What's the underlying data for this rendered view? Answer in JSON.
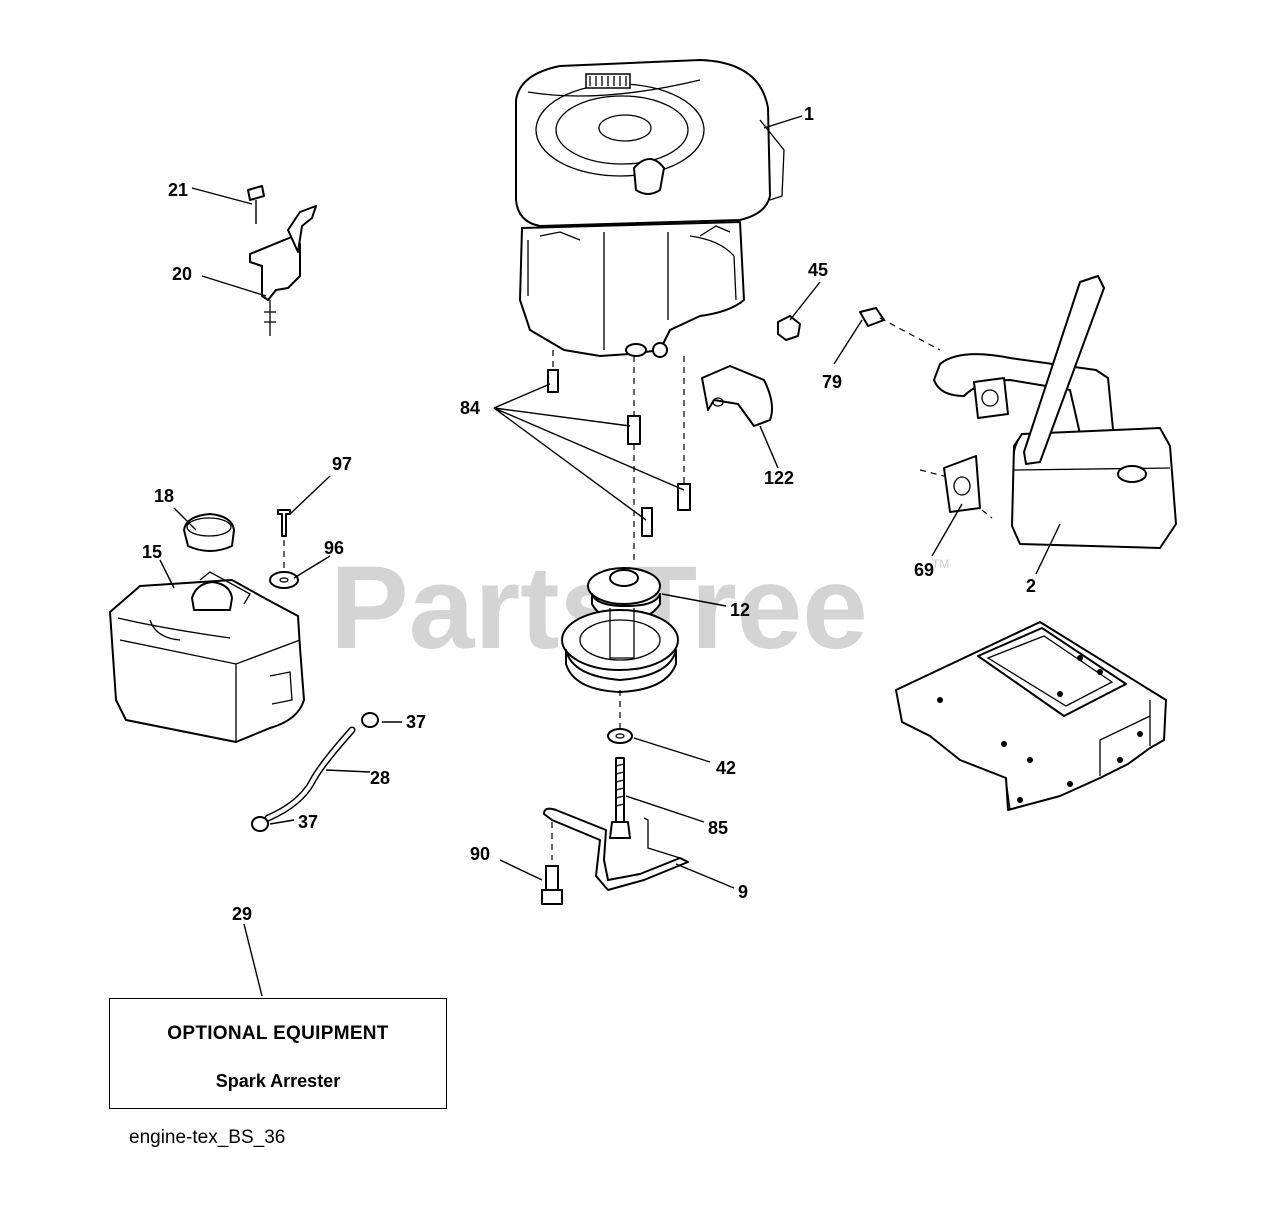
{
  "watermark": {
    "text": "PartsTree",
    "tm": "TM"
  },
  "callouts": [
    {
      "id": "c-1",
      "text": "1"
    },
    {
      "id": "c-21",
      "text": "21"
    },
    {
      "id": "c-20",
      "text": "20"
    },
    {
      "id": "c-45",
      "text": "45"
    },
    {
      "id": "c-79",
      "text": "79"
    },
    {
      "id": "c-84",
      "text": "84"
    },
    {
      "id": "c-122",
      "text": "122"
    },
    {
      "id": "c-97",
      "text": "97"
    },
    {
      "id": "c-18",
      "text": "18"
    },
    {
      "id": "c-96",
      "text": "96"
    },
    {
      "id": "c-15",
      "text": "15"
    },
    {
      "id": "c-12",
      "text": "12"
    },
    {
      "id": "c-69",
      "text": "69"
    },
    {
      "id": "c-2",
      "text": "2"
    },
    {
      "id": "c-37a",
      "text": "37"
    },
    {
      "id": "c-28",
      "text": "28"
    },
    {
      "id": "c-37b",
      "text": "37"
    },
    {
      "id": "c-42",
      "text": "42"
    },
    {
      "id": "c-85",
      "text": "85"
    },
    {
      "id": "c-90",
      "text": "90"
    },
    {
      "id": "c-9",
      "text": "9"
    },
    {
      "id": "c-29",
      "text": "29"
    }
  ],
  "optional_box": {
    "title": "OPTIONAL EQUIPMENT",
    "subtitle": "Spark Arrester"
  },
  "reference_code": "engine-tex_BS_36"
}
